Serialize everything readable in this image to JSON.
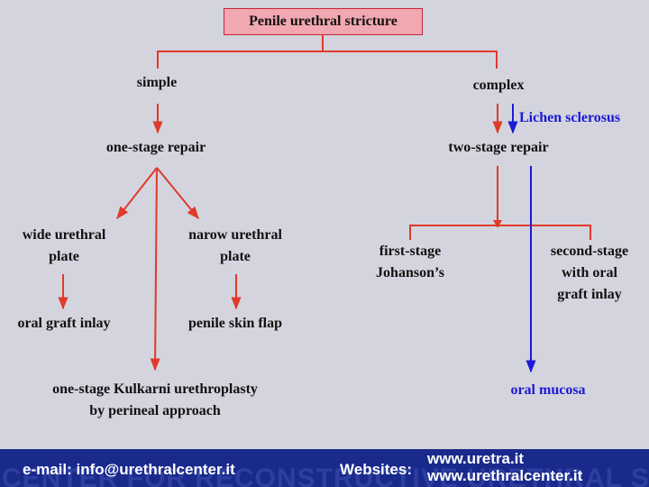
{
  "diagram": {
    "root": "Penile urethral stricture",
    "branches": {
      "simple": "simple",
      "complex": "complex"
    },
    "simple": {
      "repair": "one-stage repair",
      "wide_plate": [
        "wide urethral",
        "plate"
      ],
      "narow_plate": [
        "narow urethral",
        "plate"
      ],
      "oral_graft_inlay": "oral graft inlay",
      "penile_skin_flap": "penile skin flap",
      "kulkarni": [
        "one-stage Kulkarni urethroplasty",
        "by perineal approach"
      ]
    },
    "complex": {
      "lichen": "Lichen sclerosus",
      "repair": "two-stage repair",
      "first_stage": [
        "first-stage",
        "Johanson’s"
      ],
      "second_stage": [
        "second-stage",
        "with oral",
        "graft inlay"
      ],
      "oral_mucosa": "oral mucosa"
    }
  },
  "colors": {
    "background": "#d4d4de",
    "red_arrow": "#e03a2a",
    "blue_arrow": "#1a1ad6",
    "title_fill": "#f2a8b0",
    "footer": "#1a2a8c"
  },
  "footer": {
    "email": "e-mail: info@urethralcenter.it",
    "websites_label": "Websites:",
    "site1": "www.uretra.it",
    "site2": "www.urethralcenter.it",
    "watermark": "CENTER FOR RECONSTRUCTIVE URETHRAL SURGERY"
  }
}
